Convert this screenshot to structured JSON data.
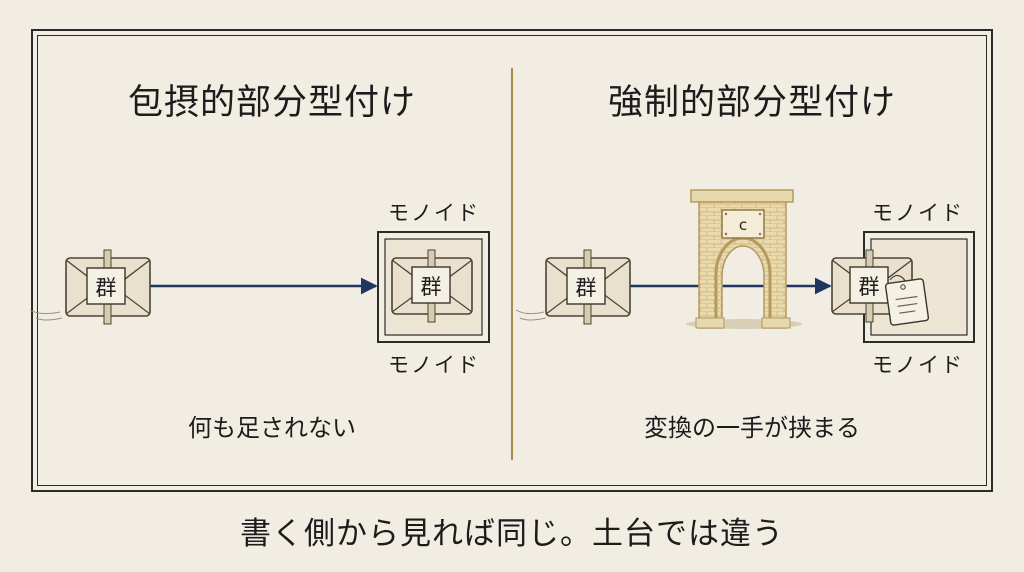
{
  "left": {
    "title": "包摂的部分型付け",
    "source_label": "群",
    "target_inner_label": "群",
    "target_top_label": "モノイド",
    "target_bottom_label": "モノイド",
    "caption": "何も足されない"
  },
  "right": {
    "title": "強制的部分型付け",
    "source_label": "群",
    "gate_label": "c",
    "target_inner_label": "群",
    "target_top_label": "モノイド",
    "target_bottom_label": "モノイド",
    "caption": "変換の一手が挟まる"
  },
  "footer": "書く側から見れば同じ。土台では違う",
  "colors": {
    "arrow": "#1f3660",
    "divider": "#a58a4e",
    "gate": "#e7d8ad",
    "gate_stroke": "#b49a5e",
    "envelope": "#e9e1cd"
  }
}
